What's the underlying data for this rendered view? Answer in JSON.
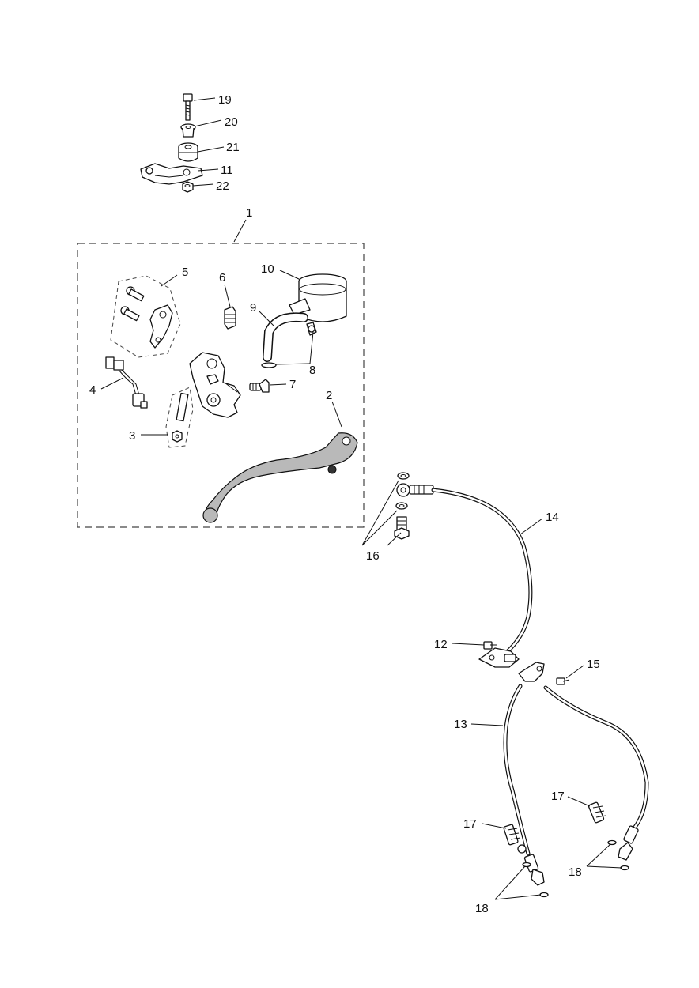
{
  "callouts": {
    "c1": "1",
    "c2": "2",
    "c3": "3",
    "c4": "4",
    "c5": "5",
    "c6": "6",
    "c7": "7",
    "c8": "8",
    "c9": "9",
    "c10": "10",
    "c11": "11",
    "c12": "12",
    "c13": "13",
    "c14": "14",
    "c15": "15",
    "c16": "16",
    "c17a": "17",
    "c17b": "17",
    "c18a": "18",
    "c18b": "18",
    "c19": "19",
    "c20": "20",
    "c21": "21",
    "c22": "22"
  },
  "colors": {
    "line": "#111111",
    "lever_fill": "#b9b9b9",
    "dash": "#444444",
    "background": "#ffffff"
  }
}
